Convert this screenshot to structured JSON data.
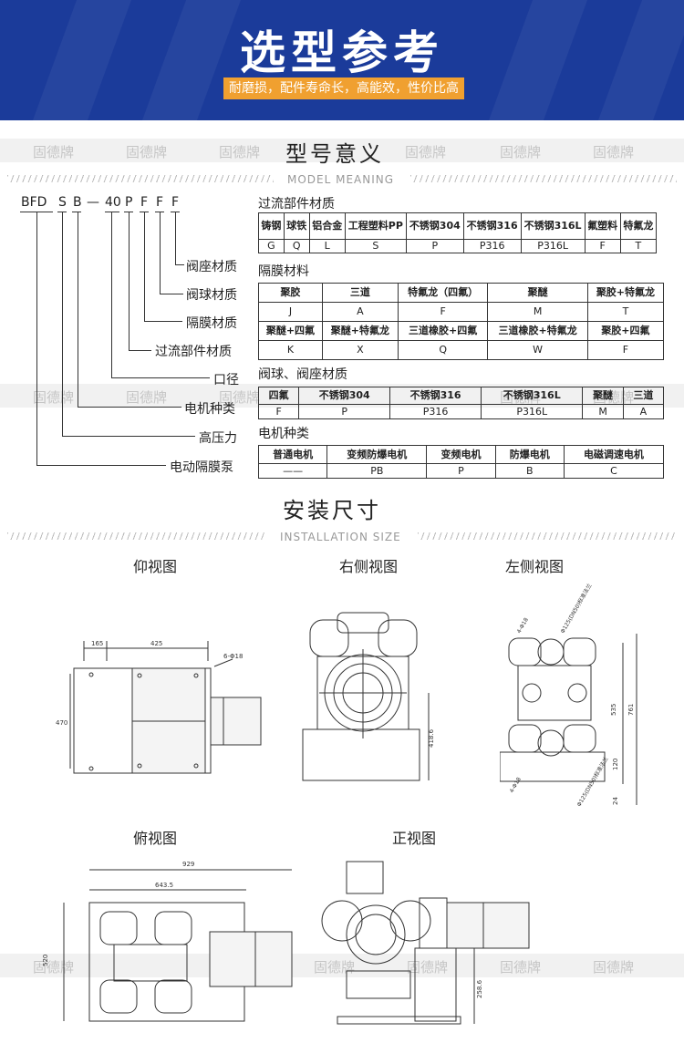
{
  "banner": {
    "title": "选型参考",
    "subtitle": "耐磨损，配件寿命长，高能效，性价比高"
  },
  "watermark": "固德牌",
  "model_section": {
    "title": "型号意义",
    "subtitle": "MODEL MEANING"
  },
  "model_code": [
    "BFD",
    "S",
    "B",
    "—",
    "40",
    "P",
    "F",
    "F",
    "F"
  ],
  "legend": [
    "阀座材质",
    "阀球材质",
    "隔膜材质",
    "过流部件材质",
    "口径",
    "电机种类",
    "高压力",
    "电动隔膜泵"
  ],
  "flow_table": {
    "title": "过流部件材质",
    "header": [
      "铸钢",
      "球铁",
      "铝合金",
      "工程塑料PP",
      "不锈钢304",
      "不锈钢316",
      "不锈钢316L",
      "氟塑料",
      "特氟龙"
    ],
    "codes": [
      "G",
      "Q",
      "L",
      "S",
      "P",
      "P316",
      "P316L",
      "F",
      "T"
    ]
  },
  "diaphragm_table": {
    "title": "隔膜材料",
    "rows": [
      [
        "聚胶",
        "三道",
        "特氟龙（四氟）",
        "聚醚",
        "聚胶+特氟龙"
      ],
      [
        "J",
        "A",
        "F",
        "M",
        "T"
      ],
      [
        "聚醚+四氟",
        "聚醚+特氟龙",
        "三道橡胶+四氟",
        "三道橡胶+特氟龙",
        "聚胶+四氟"
      ],
      [
        "K",
        "X",
        "Q",
        "W",
        "F"
      ]
    ]
  },
  "ball_table": {
    "title": "阀球、阀座材质",
    "header": [
      "四氟",
      "不锈钢304",
      "不锈钢316",
      "不锈钢316L",
      "聚醚",
      "三道"
    ],
    "codes": [
      "F",
      "P",
      "P316",
      "P316L",
      "M",
      "A"
    ]
  },
  "motor_table": {
    "title": "电机种类",
    "header": [
      "普通电机",
      "变频防爆电机",
      "变频电机",
      "防爆电机",
      "电磁调速电机"
    ],
    "codes": [
      "——",
      "PB",
      "P",
      "B",
      "C"
    ]
  },
  "install_section": {
    "title": "安装尺寸",
    "subtitle": "INSTALLATION SIZE"
  },
  "views": {
    "bottom_view": "仰视图",
    "right_view": "右侧视图",
    "left_view": "左侧视图",
    "top_view": "俯视图",
    "front_view": "正视图"
  },
  "dimensions": {
    "bottom": [
      "165",
      "425",
      "6-Φ18",
      "470"
    ],
    "right": [
      "418.6"
    ],
    "left": [
      "4-Φ18",
      "Φ125(DN50)标准法兰",
      "535",
      "761",
      "120",
      "24"
    ],
    "top": [
      "929",
      "643.5",
      "520"
    ],
    "front": [
      "258.6"
    ]
  }
}
